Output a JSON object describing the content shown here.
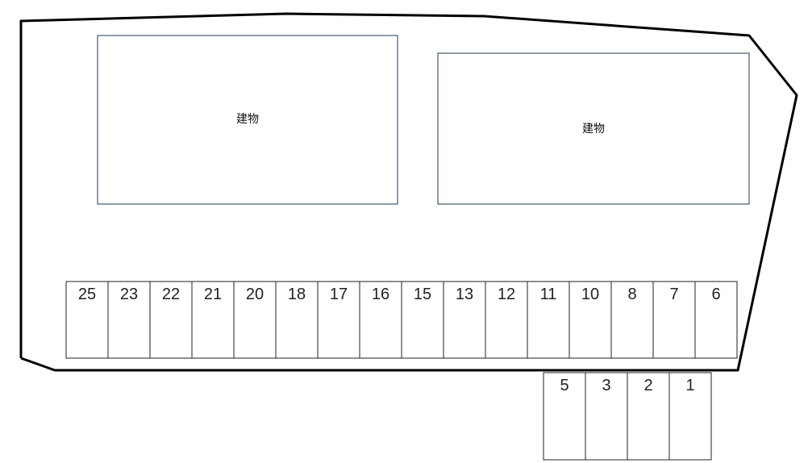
{
  "colors": {
    "boundary": "#000000",
    "building_stroke": "#1f3a4d",
    "space_stroke": "#222222",
    "background": "#ffffff"
  },
  "buildings": [
    {
      "label": "建物"
    },
    {
      "label": "建物"
    }
  ],
  "parking_row_main": [
    "25",
    "23",
    "22",
    "21",
    "20",
    "18",
    "17",
    "16",
    "15",
    "13",
    "12",
    "11",
    "10",
    "8",
    "7",
    "6"
  ],
  "parking_row_lower": [
    "5",
    "3",
    "2",
    "1"
  ]
}
